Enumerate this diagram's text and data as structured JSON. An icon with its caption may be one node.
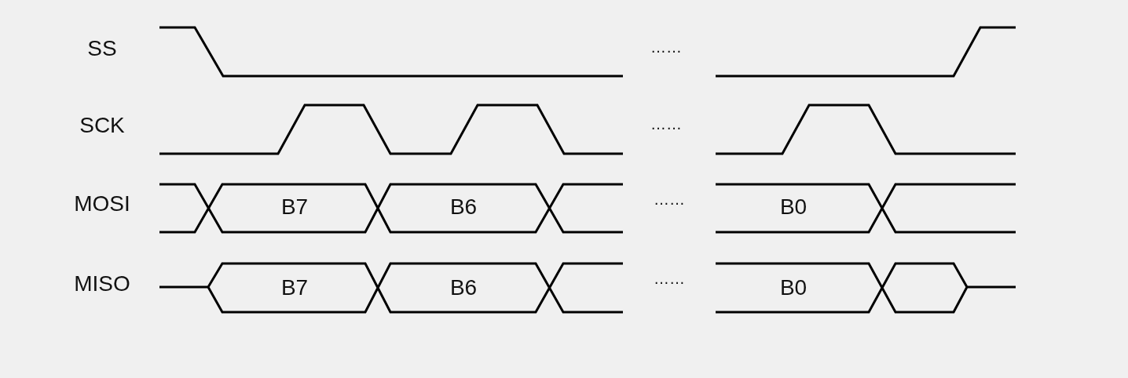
{
  "diagram": {
    "labels": [
      "SS",
      "……",
      "SCK",
      "……",
      "MOSI",
      "B7",
      "B6",
      "……",
      "B0",
      "MISO",
      "B7",
      "B6",
      "……",
      "B0"
    ]
  }
}
